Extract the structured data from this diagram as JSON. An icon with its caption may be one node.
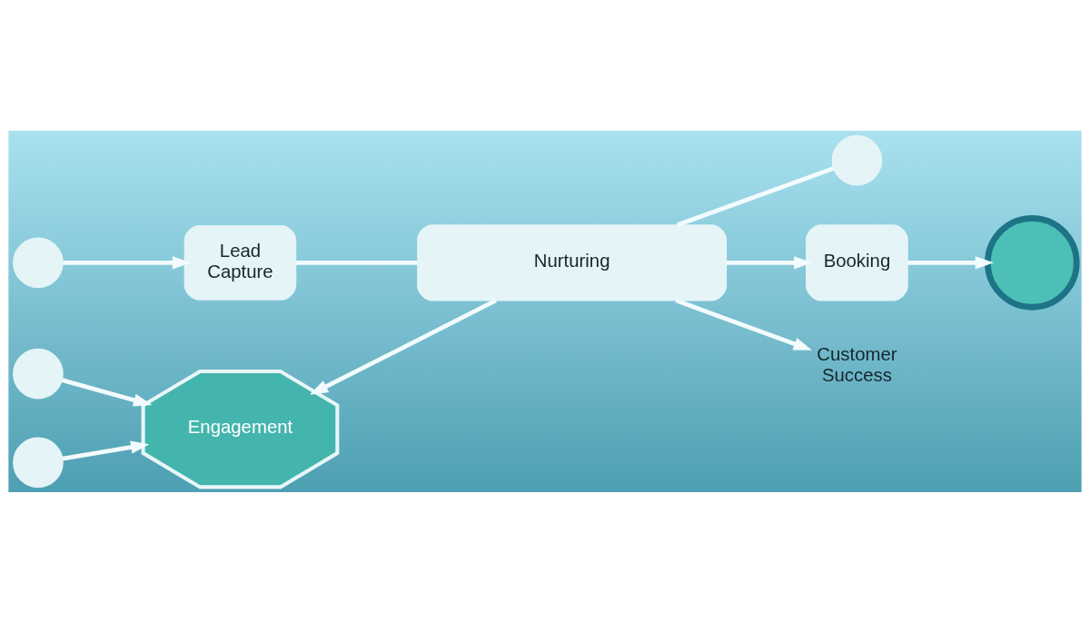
{
  "diagram": {
    "nodes": [
      {
        "text": [
          "Lead Capture"
        ]
      },
      {
        "text": [],
        "shape": "circle"
      },
      {
        "text": [],
        "shape": "circle"
      },
      {
        "text": [],
        "shape": "circle"
      },
      {
        "text": [
          "Engagement"
        ]
      },
      {
        "text": [
          "Nurturing"
        ]
      },
      {
        "text": [],
        "shape": "circle"
      },
      {
        "text": [
          "Booking"
        ]
      },
      {
        "text": [
          "Customer Success"
        ]
      },
      {
        "text": [],
        "shape": "circle"
      }
    ],
    "edges": [
      {
        "from": 1,
        "to": 0,
        "arrow": "to"
      },
      {
        "from": 0,
        "to": 5,
        "arrow": "none"
      },
      {
        "from": 2,
        "to": 4,
        "arrow": "to"
      },
      {
        "from": 3,
        "to": 4,
        "arrow": "to"
      },
      {
        "from": 5,
        "to": 4,
        "arrow": "to"
      },
      {
        "from": 5,
        "to": 6,
        "arrow": "none"
      },
      {
        "from": 5,
        "to": 7,
        "arrow": "to"
      },
      {
        "from": 5,
        "to": 8,
        "arrow": "to"
      },
      {
        "from": 7,
        "to": 9,
        "arrow": "to"
      }
    ]
  }
}
